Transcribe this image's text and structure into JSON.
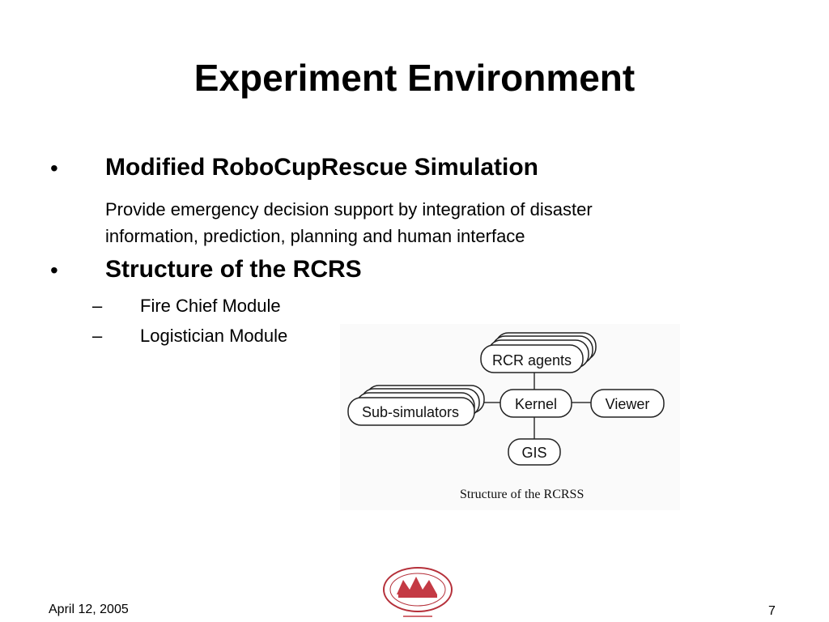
{
  "slide": {
    "title": "Experiment Environment",
    "bullets": [
      {
        "symbol": "•",
        "heading": "Modified RoboCupRescue Simulation",
        "body_line1": "Provide emergency decision support by integration of disaster",
        "body_line2": "information, prediction, planning and human interface"
      },
      {
        "symbol": "•",
        "heading": "Structure of the RCRS",
        "subitems": [
          {
            "symbol": "–",
            "label": "Fire Chief Module"
          },
          {
            "symbol": "–",
            "label": "Logistician Module"
          }
        ]
      }
    ]
  },
  "diagram": {
    "nodes": {
      "agents": "RCR agents",
      "kernel": "Kernel",
      "viewer": "Viewer",
      "subsim": "Sub-simulators",
      "gis": "GIS"
    },
    "caption": "Structure of the RCRSS"
  },
  "footer": {
    "date": "April 12, 2005",
    "page": "7"
  }
}
